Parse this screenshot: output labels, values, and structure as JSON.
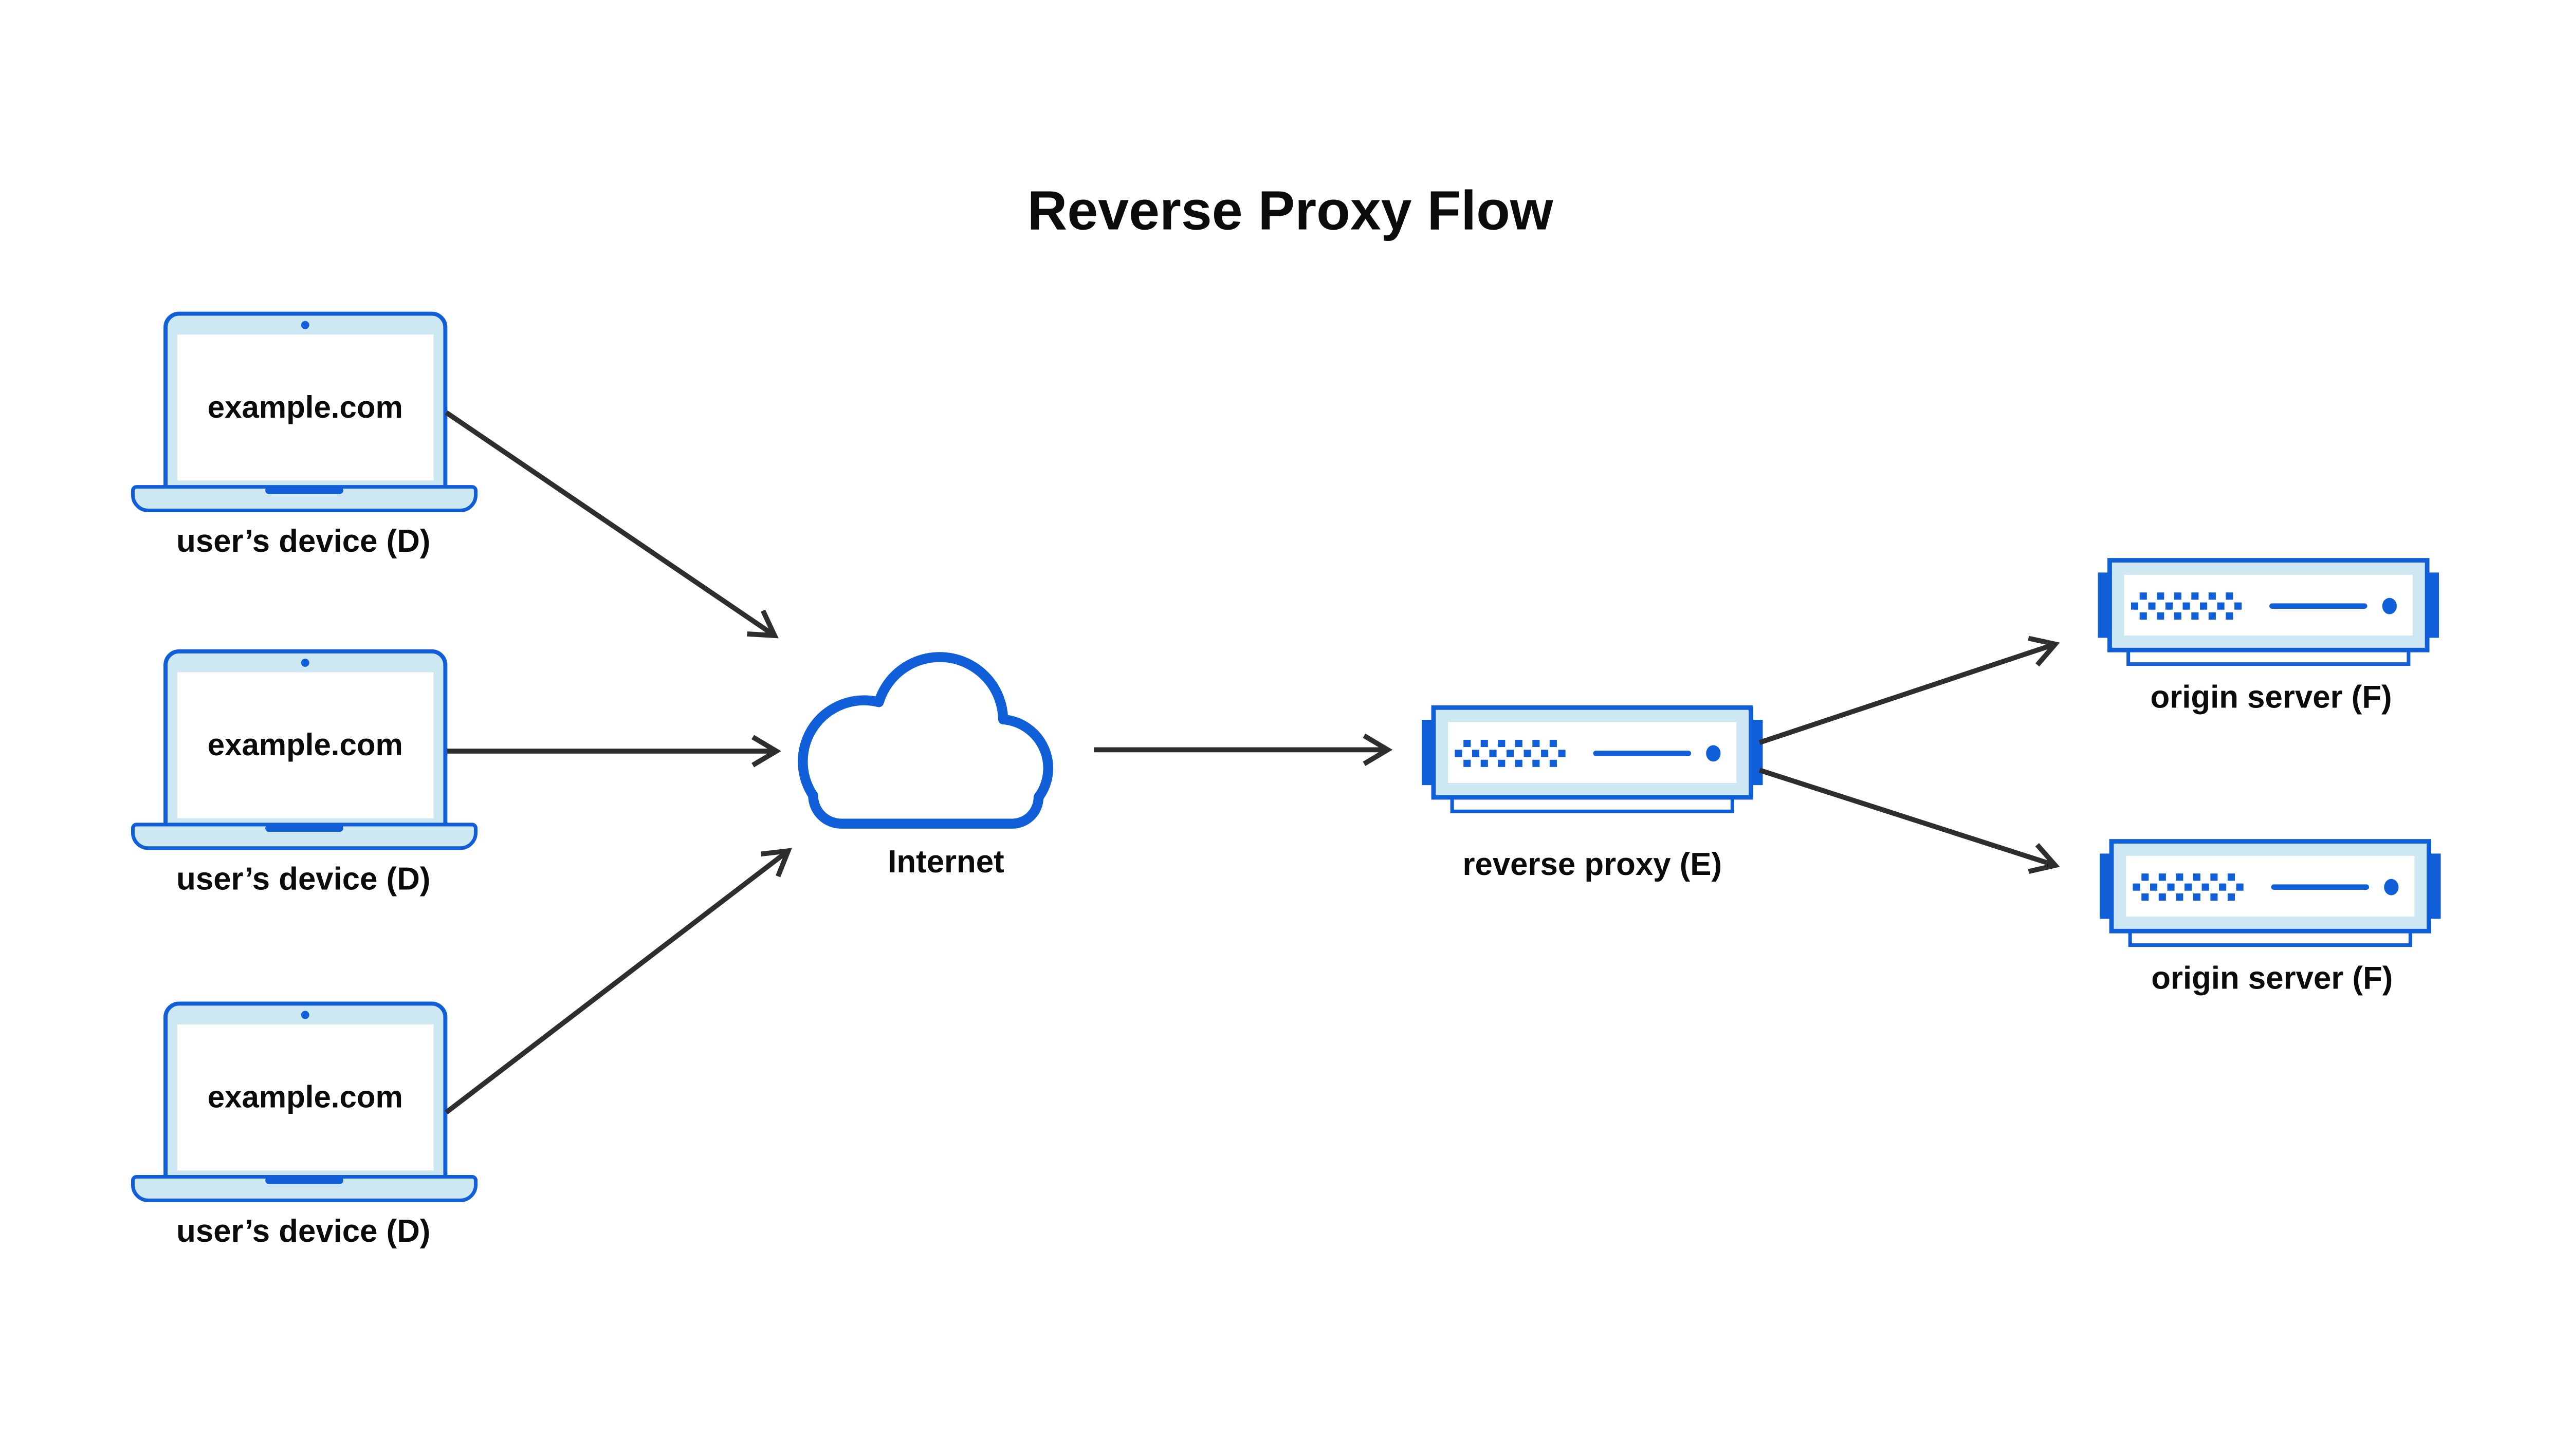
{
  "title": "Reverse Proxy Flow",
  "colors": {
    "accent": "#115FD8",
    "light_blue": "#CDE7F3",
    "arrow": "#2E2E2E",
    "ink": "#0B0B0C"
  },
  "nodes": {
    "devices": [
      {
        "screen_text": "example.com",
        "label": "user’s device (D)"
      },
      {
        "screen_text": "example.com",
        "label": "user’s device (D)"
      },
      {
        "screen_text": "example.com",
        "label": "user’s device (D)"
      }
    ],
    "internet": {
      "label": "Internet"
    },
    "reverse_proxy": {
      "label": "reverse proxy (E)"
    },
    "origin_servers": [
      {
        "label": "origin server (F)"
      },
      {
        "label": "origin server (F)"
      }
    ]
  },
  "connections": [
    {
      "from": "user-device-1",
      "to": "internet"
    },
    {
      "from": "user-device-2",
      "to": "internet"
    },
    {
      "from": "user-device-3",
      "to": "internet"
    },
    {
      "from": "internet",
      "to": "reverse-proxy"
    },
    {
      "from": "reverse-proxy",
      "to": "origin-server-1"
    },
    {
      "from": "reverse-proxy",
      "to": "origin-server-2"
    }
  ]
}
